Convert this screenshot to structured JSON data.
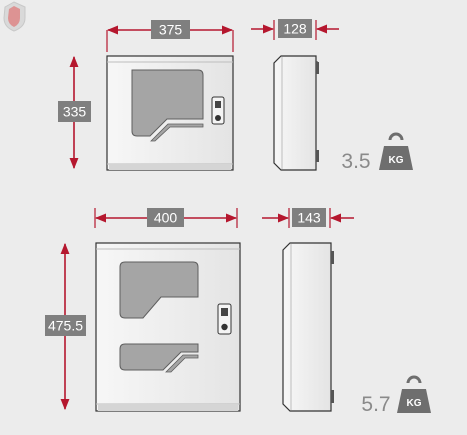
{
  "colors": {
    "accent": "#b5172e",
    "label_bg": "#7f7f7f",
    "background": "#ececec",
    "cabinet_stroke": "#333333",
    "window_fill": "#a5a5a5"
  },
  "logo": {
    "icon": "shield-logo-icon"
  },
  "cabinet_small": {
    "front": {
      "width_label": "375",
      "height_label": "335"
    },
    "side": {
      "depth_label": "128"
    },
    "weight": {
      "value": "3.5",
      "unit": "KG",
      "icon": "weight-icon"
    }
  },
  "cabinet_large": {
    "front": {
      "width_label": "400",
      "height_label": "475.5"
    },
    "side": {
      "depth_label": "143"
    },
    "weight": {
      "value": "5.7",
      "unit": "KG",
      "icon": "weight-icon"
    }
  }
}
